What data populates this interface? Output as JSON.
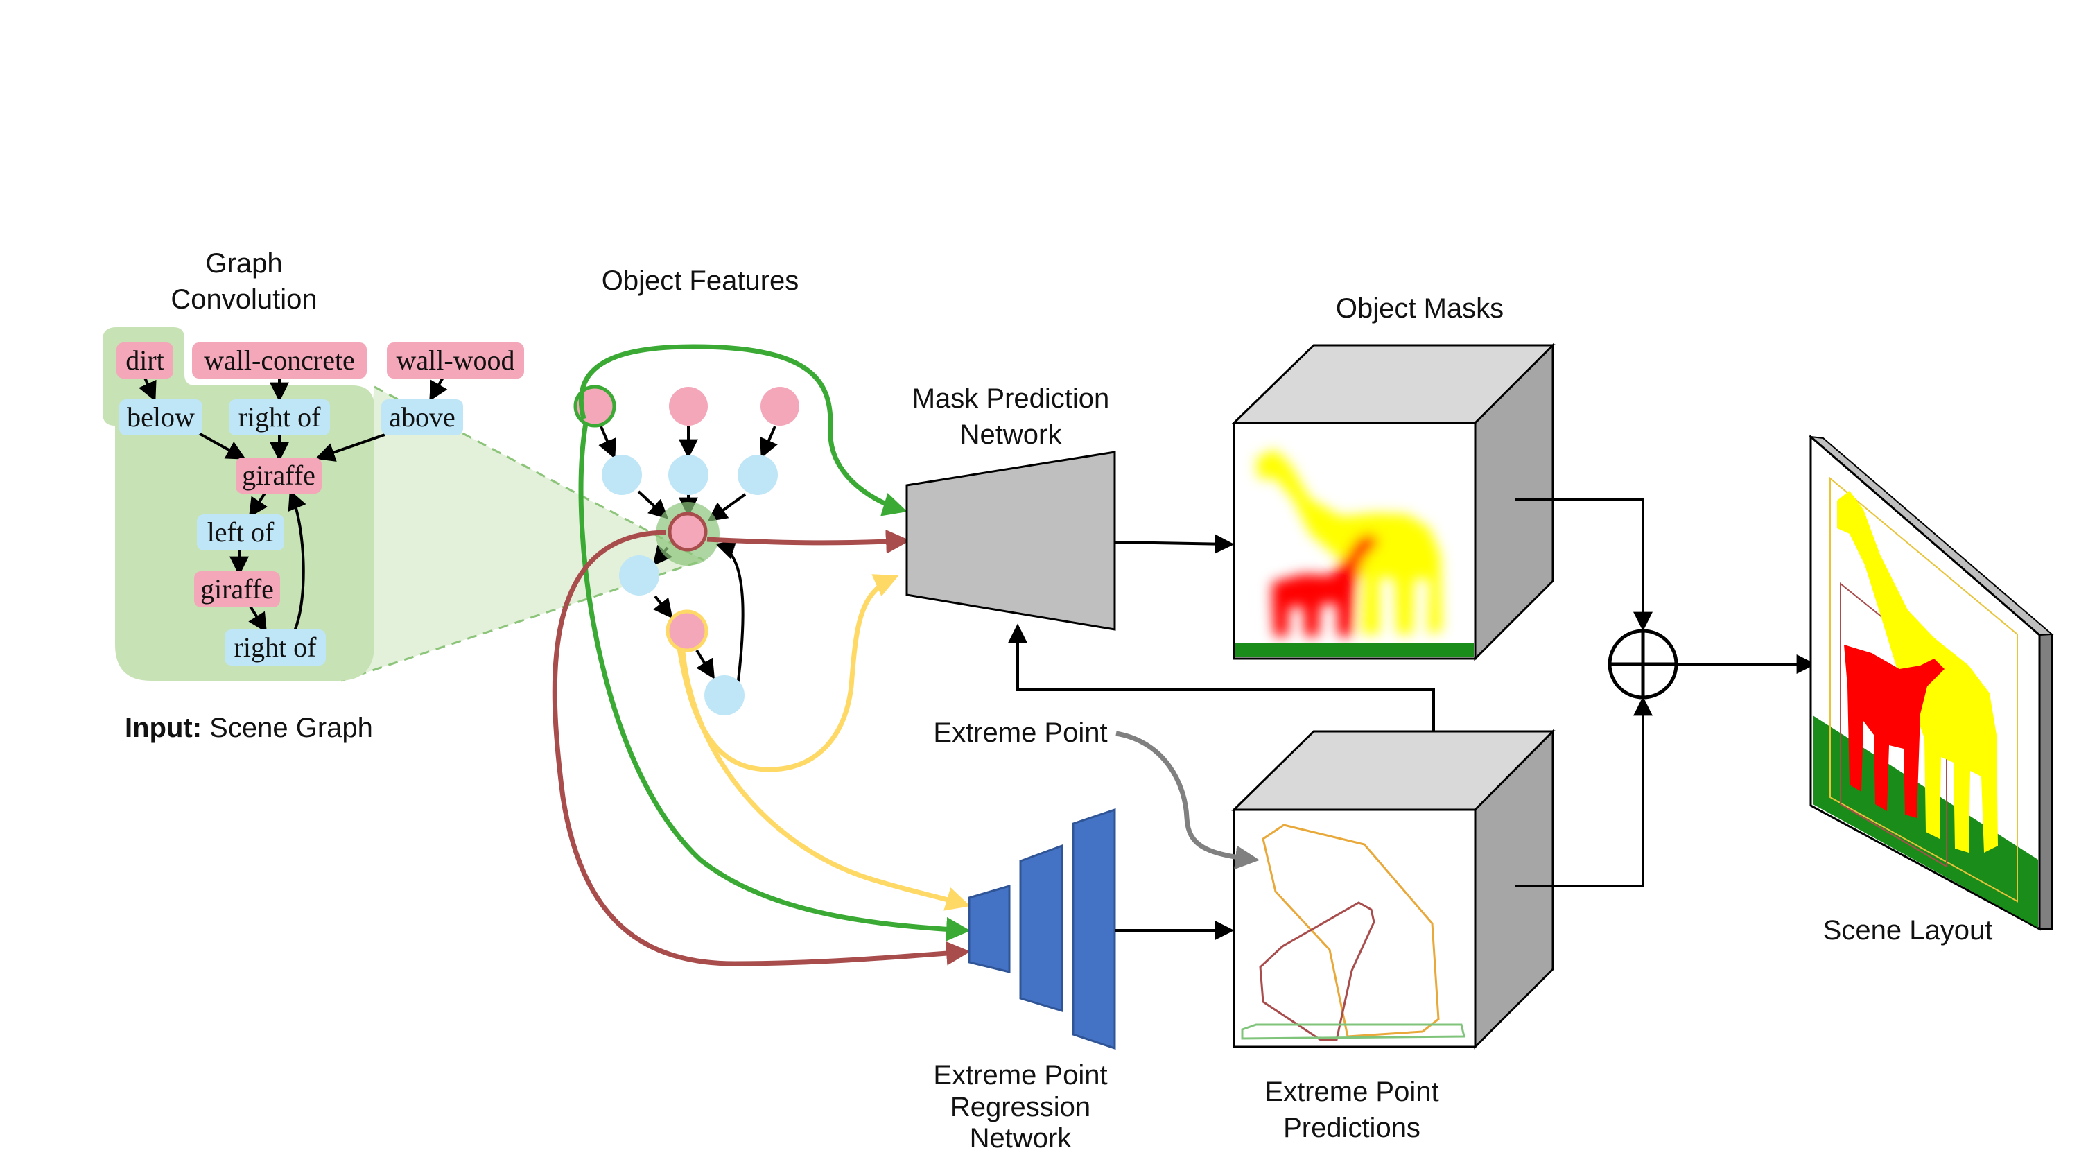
{
  "titles": {
    "graph_convolution_line1": "Graph",
    "graph_convolution_line2": "Convolution",
    "object_features": "Object Features",
    "mask_prediction_line1": "Mask Prediction",
    "mask_prediction_line2": "Network",
    "object_masks": "Object Masks",
    "extreme_point": "Extreme Point",
    "epr_line1": "Extreme Point",
    "epr_line2": "Regression",
    "epr_line3": "Network",
    "epp_line1": "Extreme Point",
    "epp_line2": "Predictions",
    "scene_layout": "Scene Layout",
    "input_bold": "Input:",
    "input_rest": " Scene Graph"
  },
  "scene_graph": {
    "objects": [
      "dirt",
      "wall-concrete",
      "wall-wood",
      "giraffe",
      "giraffe"
    ],
    "relations": [
      "below",
      "right of",
      "above",
      "left of",
      "right of"
    ]
  },
  "colors": {
    "object_node": "#f4a7b9",
    "relation_node": "#bfe6f7",
    "graph_bg": "#c7e2b5",
    "network_gray": "#bfbfbf",
    "network_blue": "#4472c4",
    "arrow_green": "#3aaa35",
    "arrow_red": "#a84c4c",
    "arrow_yellow": "#ffd966",
    "arrow_gray": "#808080",
    "mask_yellow": "#ffff00",
    "mask_red": "#ff0000",
    "ground_green": "#1a8c1a"
  }
}
